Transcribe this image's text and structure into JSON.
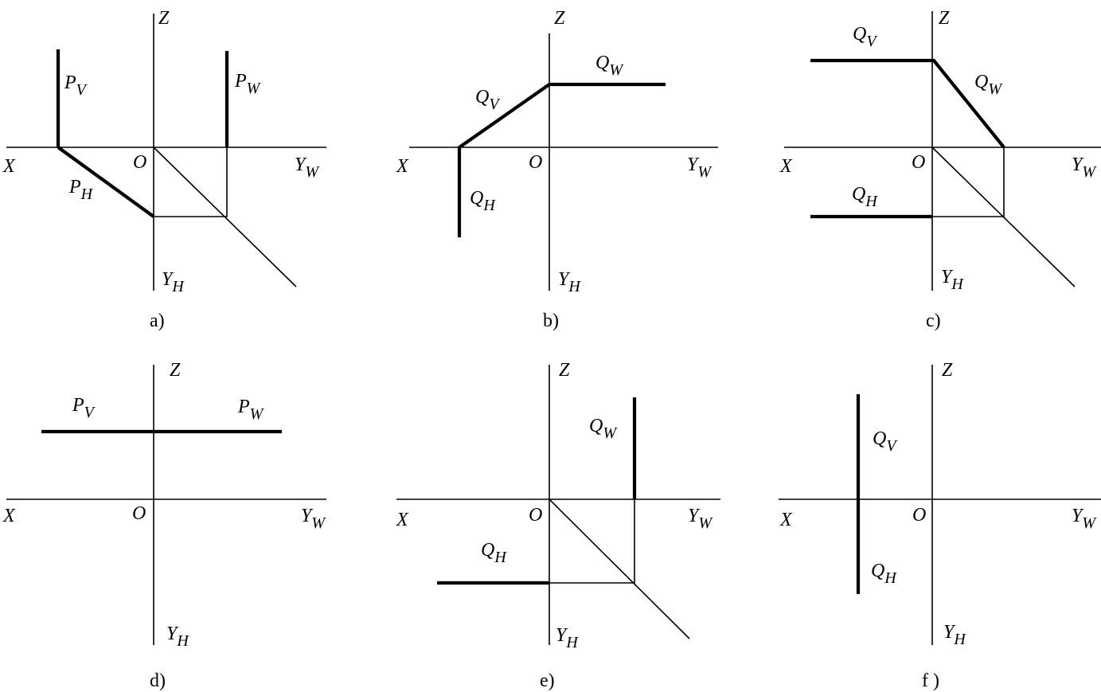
{
  "axes": {
    "x": "X",
    "z": "Z",
    "origin": "O",
    "y_letter": "Y",
    "yw_sub": "W",
    "yh_sub": "H"
  },
  "panels": [
    {
      "caption": "a)",
      "traces": [
        {
          "letter": "P",
          "sub": "V"
        },
        {
          "letter": "P",
          "sub": "W"
        },
        {
          "letter": "P",
          "sub": "H"
        }
      ]
    },
    {
      "caption": "b)",
      "traces": [
        {
          "letter": "Q",
          "sub": "W"
        },
        {
          "letter": "Q",
          "sub": "V"
        },
        {
          "letter": "Q",
          "sub": "H"
        }
      ]
    },
    {
      "caption": "c)",
      "traces": [
        {
          "letter": "Q",
          "sub": "V"
        },
        {
          "letter": "Q",
          "sub": "W"
        },
        {
          "letter": "Q",
          "sub": "H"
        }
      ]
    },
    {
      "caption": "d)",
      "traces": [
        {
          "letter": "P",
          "sub": "V"
        },
        {
          "letter": "P",
          "sub": "W"
        }
      ]
    },
    {
      "caption": "e)",
      "traces": [
        {
          "letter": "Q",
          "sub": "W"
        },
        {
          "letter": "Q",
          "sub": "H"
        }
      ]
    },
    {
      "caption": "f )",
      "traces": [
        {
          "letter": "Q",
          "sub": "V"
        },
        {
          "letter": "Q",
          "sub": "H"
        }
      ]
    }
  ]
}
